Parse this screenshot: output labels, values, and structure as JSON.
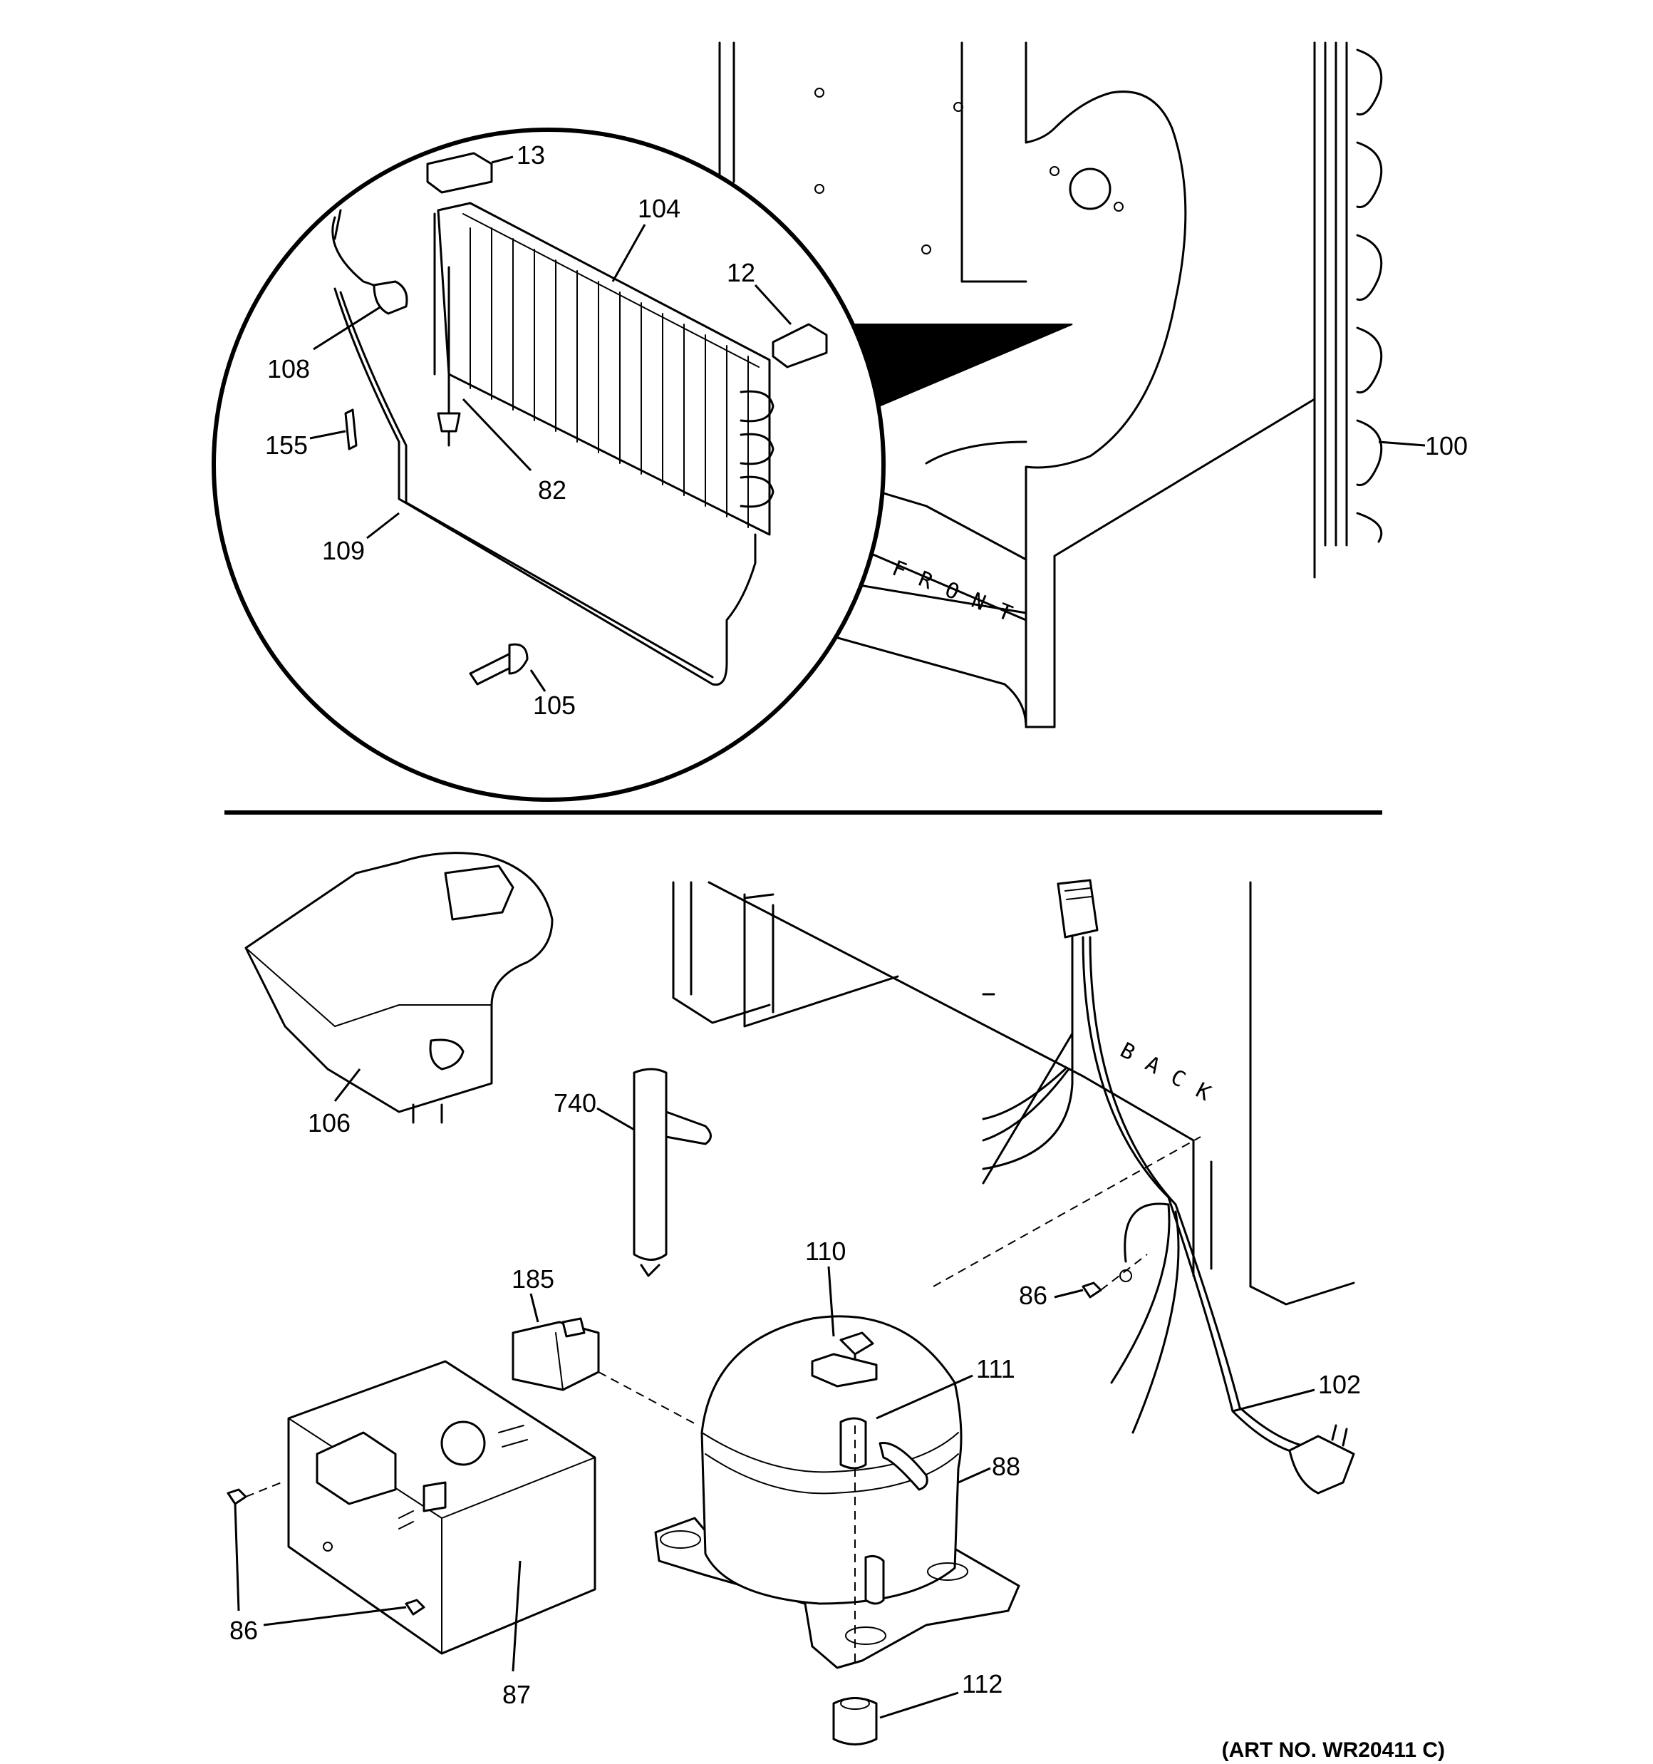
{
  "callouts": {
    "c13": "13",
    "c104": "104",
    "c12": "12",
    "c108": "108",
    "c155": "155",
    "c82": "82",
    "c109": "109",
    "c105": "105",
    "c100": "100",
    "c106": "106",
    "c740": "740",
    "c110": "110",
    "c185": "185",
    "c86a": "86",
    "c111": "111",
    "c102": "102",
    "c88": "88",
    "c86b": "86",
    "c87": "87",
    "c112": "112"
  },
  "stencils": {
    "front": "FRONT",
    "back": "BACK"
  },
  "art_number": "(ART NO. WR20411 C)"
}
